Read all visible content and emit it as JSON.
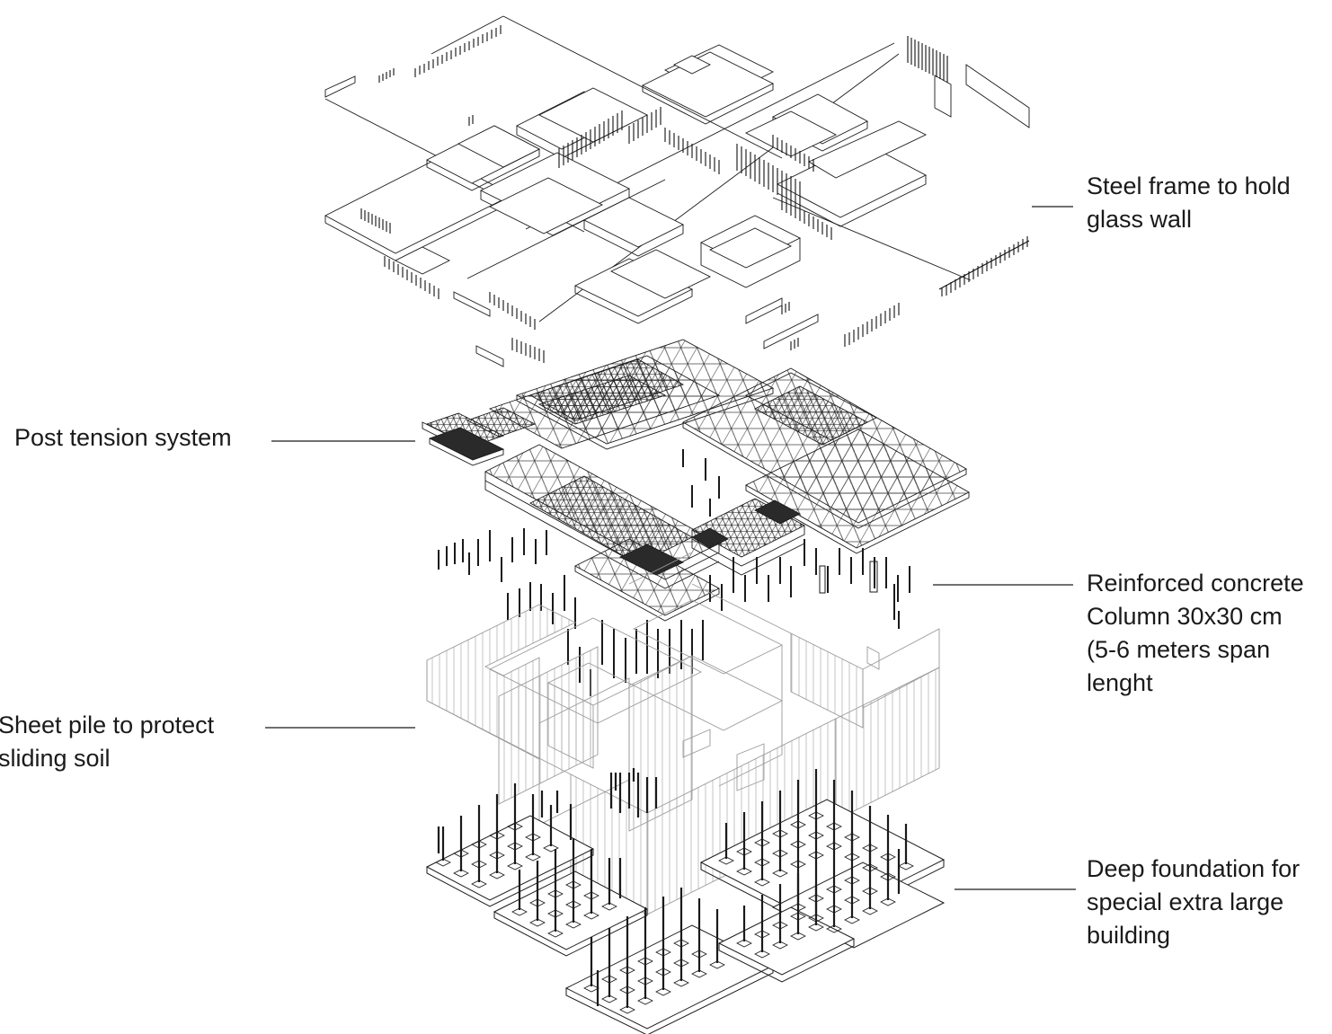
{
  "labels": {
    "steel_frame": [
      "Steel frame to hold",
      "glass wall"
    ],
    "post_tension": [
      "Post tension system"
    ],
    "column": [
      "Reinforced concrete",
      "Column 30x30 cm",
      "(5-6 meters span",
      "lenght"
    ],
    "sheet_pile": [
      "Sheet pile to  protect",
      "sliding soil"
    ],
    "foundation": [
      "Deep foundation for",
      "special extra large",
      "building"
    ]
  },
  "colors": {
    "line": "#1a1a1a",
    "light_line": "#9a9a9a",
    "mesh_dark": "#2a2a2a",
    "background": "#ffffff"
  }
}
